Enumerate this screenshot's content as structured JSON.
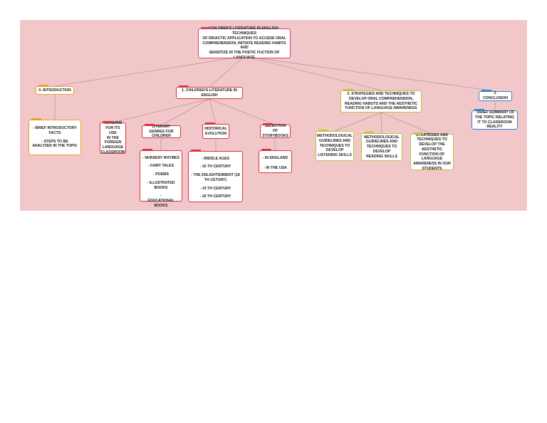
{
  "title": {
    "lines": [
      "CHILDREN'S LITERATURE IN ENGLISH: TECHNIQUES",
      "OF DIDACTIC APPLICATION TO ACCEDE ORAL",
      "COMPREHENSION, INITIATE READING HABITS AND",
      "SENSITIZE IN THE POETIC FUCTION OF LANGUAGE"
    ]
  },
  "introduction": {
    "title": "0. INTRODUCTION",
    "items": [
      "- BRIEF INTRODUCTORY FACTS",
      "- STEPS TO BE ANALYZED IN THE TOPIC"
    ]
  },
  "chapter1": {
    "title": "1. CHILDREN'S LITERATURE IN ENGLISH",
    "reasons": [
      "REASONS",
      "FOR ITS USE",
      "IN THE",
      "FOREIGN",
      "LANGUAGE",
      "CLASSROOM"
    ],
    "genres": {
      "title": "LITERARY GENRES FOR CHILDREN",
      "items": [
        "- NURSERY RHYMES",
        "- FAIRY TALES",
        "- POEMS",
        "- ILLUSTRATED BOOKS",
        "-EDUCATIONAL BOOKS"
      ]
    },
    "history": {
      "title": "HISTORICAL EVOLUTION",
      "items": [
        "- MIDDLE AGES",
        "- 16 TH CENTURY",
        "- THE ENLIGHTENMENT (18 TH CETURY)",
        "- 19 TH CENTURY",
        "- 20 TH CENTURY"
      ]
    },
    "selection": {
      "title": "SELECTION OF STORYBOOKS",
      "items": [
        "- IN ENGLAND",
        "- IN THE USA"
      ]
    }
  },
  "chapter2": {
    "title": "2. STRATEGIES AND TECHNIQUES TO DEVELOP ORAL COMPREHENSION, READING HABUTS AND THE AESTHETIC FUNCTION OF LANGUAGE AWARENESS",
    "listening": "METHODOLOGICAL GUIDELINES AND TECHNIQUES TO DEVELOP LISTENING SKILLS",
    "reading": "METHODOLOGICAL GUIDELINES AND TECHNIQUES TO DEVELOP READING SKILLS",
    "aesthetic": "STRATEGIES AND TECHNIQUES TO DEVELOP THE AESTHETIC FUNCTION OF LANGUAGE AWARENESS IN OUR STUDENTS"
  },
  "conclusion": {
    "title": "3. CONCLUSION",
    "summary": "- BRIEF SUMMARY OF THE TOPIC RELATING IT TO CLASSROOM REALITY"
  },
  "colors": {
    "background": "#f2c7ca",
    "root": "#d63a6b",
    "chapter1": "#d9333f",
    "introduction": "#f0a020",
    "chapter2": "#bcc63a",
    "conclusion": "#3d7fc7",
    "connector": "#b59a9c"
  }
}
